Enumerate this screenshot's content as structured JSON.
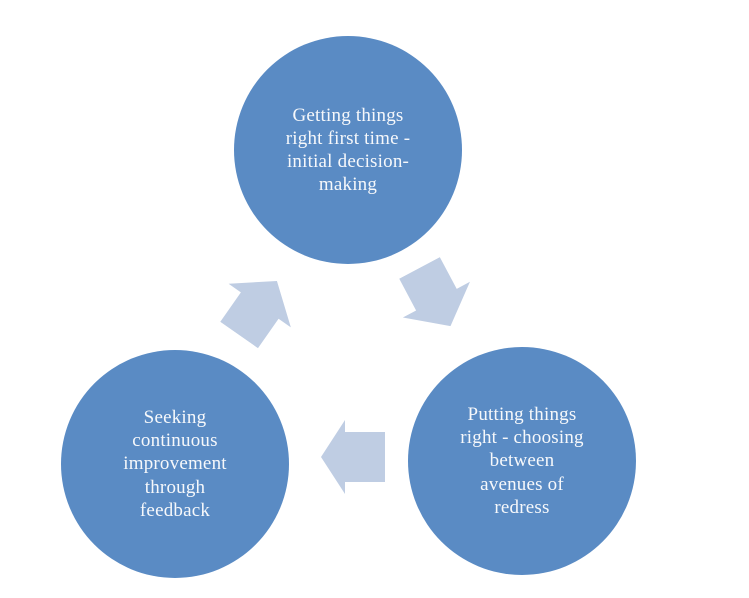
{
  "diagram": {
    "type": "cycle",
    "background_color": "#ffffff",
    "node_fill_color": "#5a8bc4",
    "node_text_color": "#f6f8fb",
    "arrow_fill_color": "#bfcde3",
    "nodes": [
      {
        "id": "top",
        "label": "Getting things\nright first time -\ninitial decision-\nmaking"
      },
      {
        "id": "bottom-right",
        "label": "Putting things\nright - choosing\nbetween\navenues of\nredress"
      },
      {
        "id": "bottom-left",
        "label": "Seeking\ncontinuous\nimprovement\nthrough\nfeedback"
      }
    ],
    "arrows": [
      {
        "id": "top-to-bottom-right",
        "direction": "down-right"
      },
      {
        "id": "bottom-right-to-bottom-left",
        "direction": "left"
      },
      {
        "id": "bottom-left-to-top",
        "direction": "up-right"
      }
    ]
  }
}
